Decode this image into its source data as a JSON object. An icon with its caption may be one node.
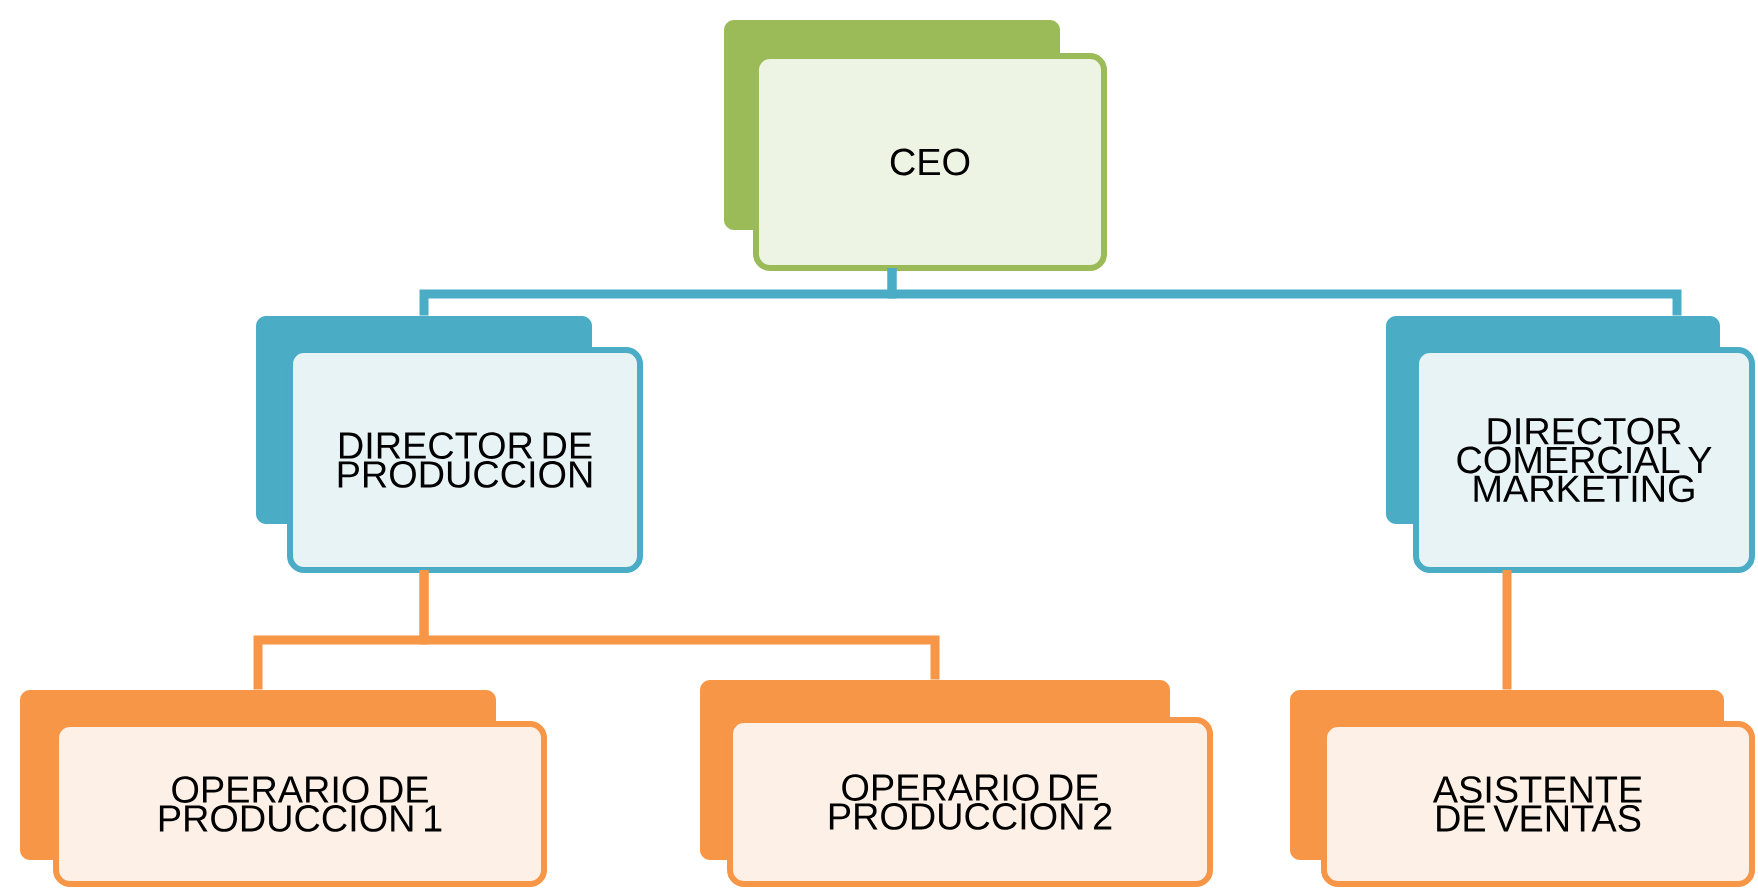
{
  "diagram": {
    "nodes": [
      {
        "text": [
          "CEO"
        ]
      },
      {
        "text": [
          "DIRECTOR DE PRODUCCION"
        ]
      },
      {
        "text": [
          "DIRECTOR COMERCIAL Y MARKETING"
        ]
      },
      {
        "text": [
          "OPERARIO DE PRODUCCION 1"
        ]
      },
      {
        "text": [
          "OPERARIO DE PRODUCCION 2"
        ]
      },
      {
        "text": [
          "ASISTENTE DE VENTAS"
        ]
      }
    ],
    "edges": [
      {
        "from": 0,
        "to": 1,
        "arrow": "none",
        "color": "#4bacc6"
      },
      {
        "from": 0,
        "to": 2,
        "arrow": "none",
        "color": "#4bacc6"
      },
      {
        "from": 1,
        "to": 3,
        "arrow": "none"
      },
      {
        "from": 1,
        "to": 4,
        "arrow": "none"
      },
      {
        "from": 2,
        "to": 5,
        "arrow": "none"
      }
    ]
  }
}
